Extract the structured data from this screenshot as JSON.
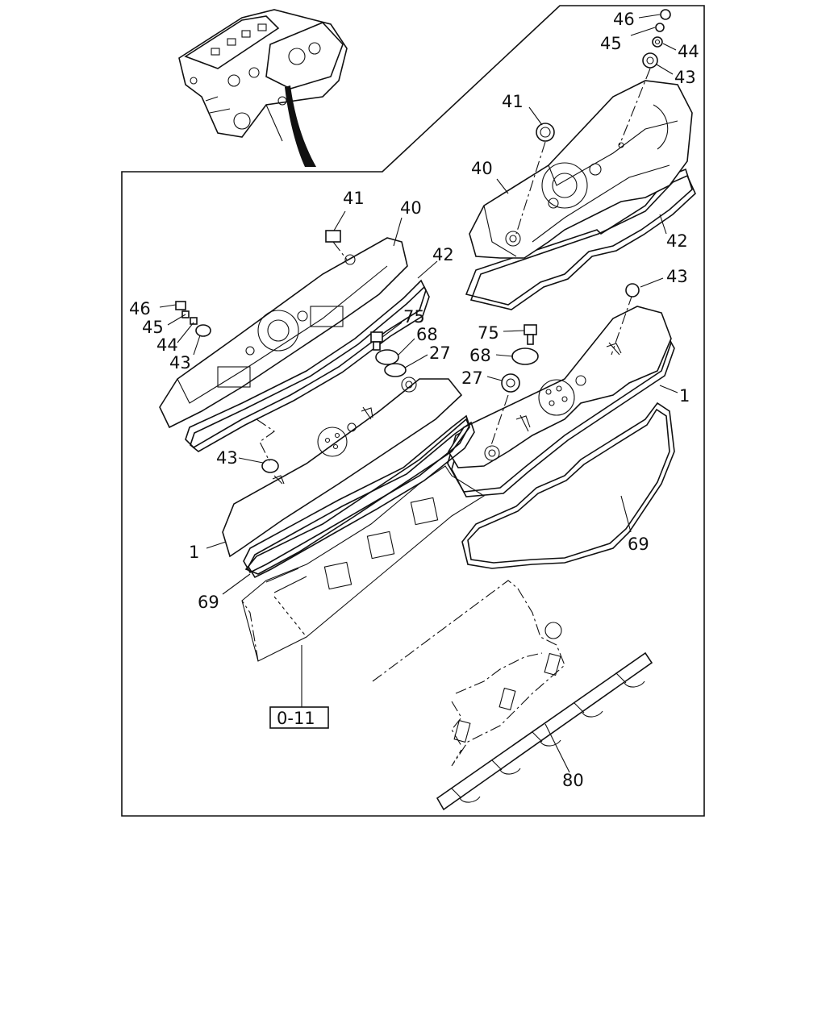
{
  "diagram": {
    "labels": {
      "top_46": "46",
      "top_45": "45",
      "top_44": "44",
      "top_43": "43",
      "right_41": "41",
      "right_40": "40",
      "right_42": "42",
      "right_43b": "43",
      "right_75": "75",
      "right_68": "68",
      "right_27": "27",
      "right_1": "1",
      "right_69": "69",
      "left_41": "41",
      "left_40": "40",
      "left_42": "42",
      "left_46": "46",
      "left_45": "45",
      "left_44": "44",
      "left_43": "43",
      "left_75": "75",
      "left_68": "68",
      "left_27": "27",
      "left_43b": "43",
      "left_1": "1",
      "left_69": "69",
      "ref_box": "0-11",
      "bottom_80": "80"
    }
  }
}
